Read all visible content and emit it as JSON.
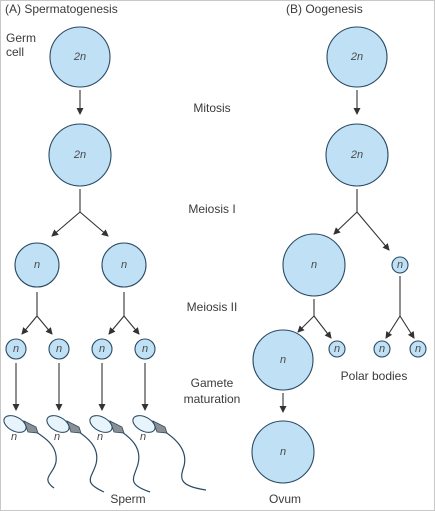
{
  "panels": {
    "a": "(A)  Spermatogenesis",
    "b": "(B)  Oogenesis"
  },
  "germ_cell_label": [
    "Germ",
    "cell"
  ],
  "stages": {
    "mitosis": "Mitosis",
    "meiosis1": "Meiosis I",
    "meiosis2": "Meiosis II",
    "gamete_maturation": [
      "Gamete",
      "maturation"
    ]
  },
  "ploidy": {
    "diploid": "2n",
    "haploid": "n"
  },
  "outputs": {
    "sperm": "Sperm",
    "ovum": "Ovum",
    "polar_bodies": "Polar bodies"
  },
  "colors": {
    "cell_fill": "#bfe0f5",
    "cell_stroke": "#2b4a63",
    "line": "#333333",
    "text": "#3a3a3a"
  }
}
